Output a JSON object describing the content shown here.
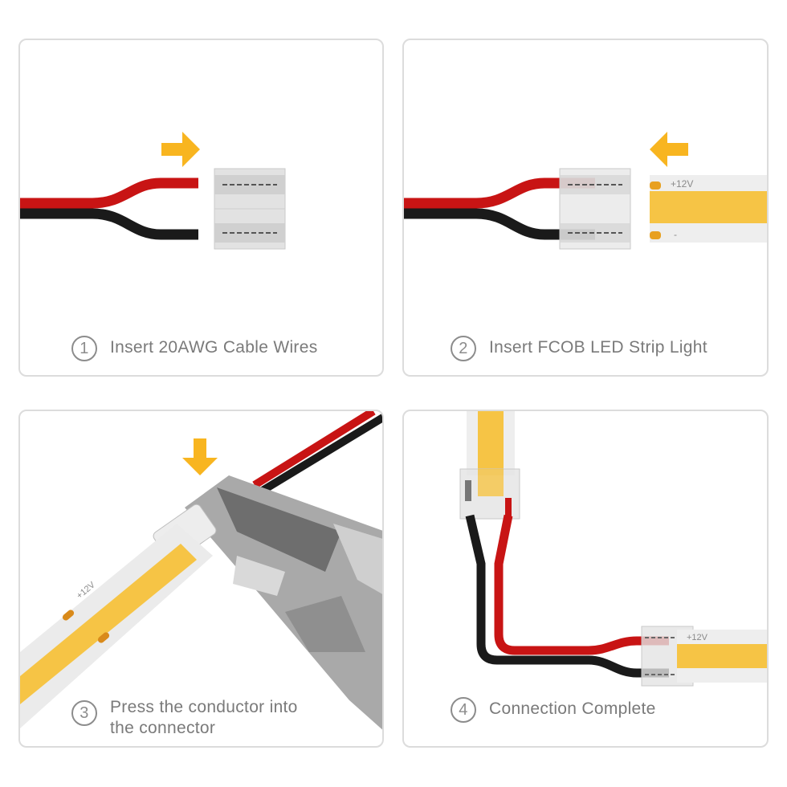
{
  "steps": [
    {
      "number": "1",
      "caption": "Insert 20AWG Cable Wires"
    },
    {
      "number": "2",
      "caption": "Insert FCOB LED Strip Light",
      "strip_label": "+12V",
      "strip_minus": "-"
    },
    {
      "number": "3",
      "caption_line1": "Press the conductor into",
      "caption_line2": "the connector",
      "strip_label": "+12V"
    },
    {
      "number": "4",
      "caption": "Connection Complete",
      "strip_label": "+12V"
    }
  ],
  "colors": {
    "arrow": "#f8b520",
    "red_wire": "#c81414",
    "black_wire": "#1a1a1a",
    "led_yellow": "#f6c445",
    "connector": "#d9d9d9",
    "border": "#dcdcdc",
    "caption": "#7a7a7a"
  }
}
